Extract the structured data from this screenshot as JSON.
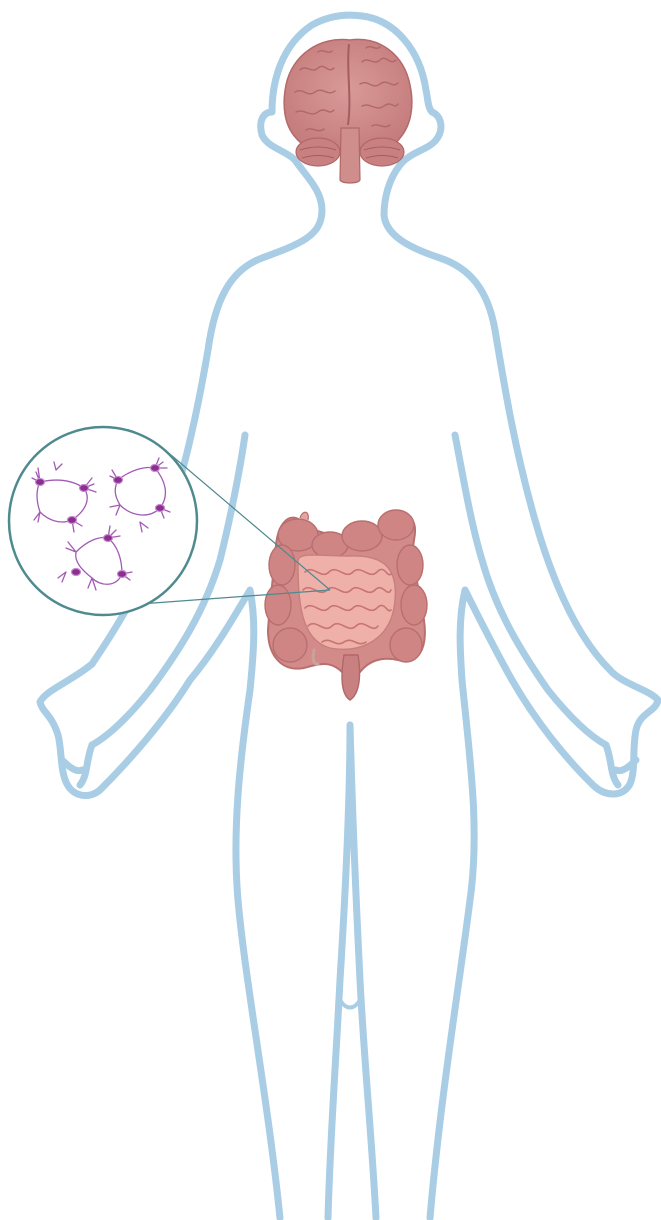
{
  "figure": {
    "panels": [
      {
        "name": "body-silhouette",
        "icon": "human-body-outline-icon"
      },
      {
        "name": "brain",
        "icon": "brain-icon"
      },
      {
        "name": "intestine",
        "icon": "intestine-icon"
      },
      {
        "name": "neuron-inset",
        "icon": "enteric-neuron-network-icon"
      }
    ],
    "colors": {
      "outline": "#a9cde4",
      "organ": "#d9918f",
      "organ_dark": "#bf6f6e",
      "organ_light": "#efb6b0",
      "callout": "#4f8a8f",
      "neuron": "#a25bb3",
      "neuron_body": "#8a2f8e"
    }
  }
}
